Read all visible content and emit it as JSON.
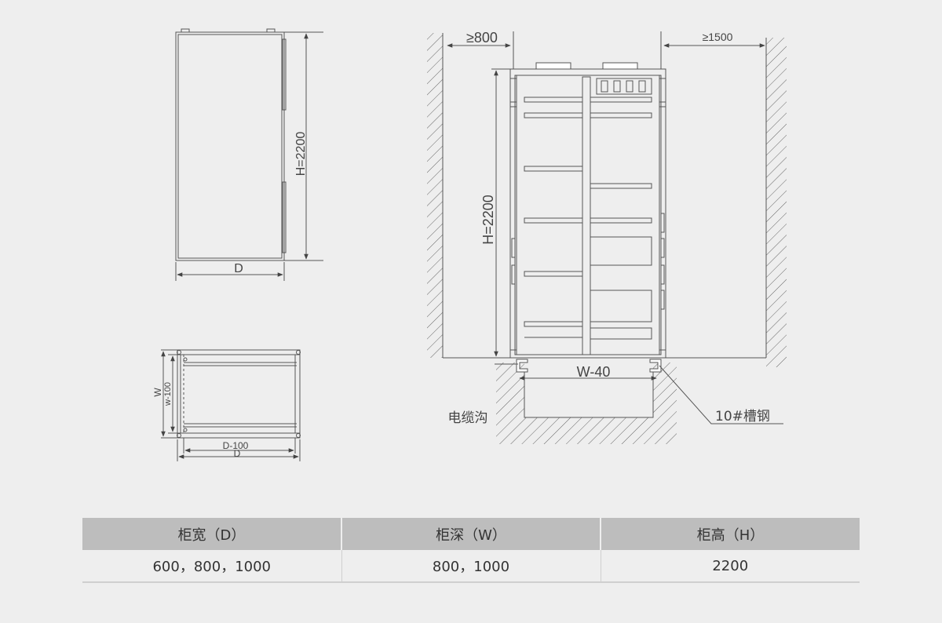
{
  "front_view": {
    "height_label": "H=2200",
    "depth_label": "D"
  },
  "plan_view": {
    "w_label": "W",
    "w_minus_label": "w-100",
    "d_minus_label": "D-100",
    "d_label": "D"
  },
  "install_view": {
    "left_clearance": "≥800",
    "right_clearance": "≥1500",
    "height_label": "H=2200",
    "base_width_label": "W-40",
    "cable_trench_label": "电缆沟",
    "channel_steel_label": "10#槽钢"
  },
  "table": {
    "headers": [
      "柜宽（D）",
      "柜深（W）",
      "柜高（H）"
    ],
    "rows": [
      [
        "600，800，1000",
        "800，1000",
        "2200"
      ]
    ]
  },
  "colors": {
    "line": "#555555",
    "header_bg": "#bdbdbd",
    "background": "#eeeeee"
  }
}
